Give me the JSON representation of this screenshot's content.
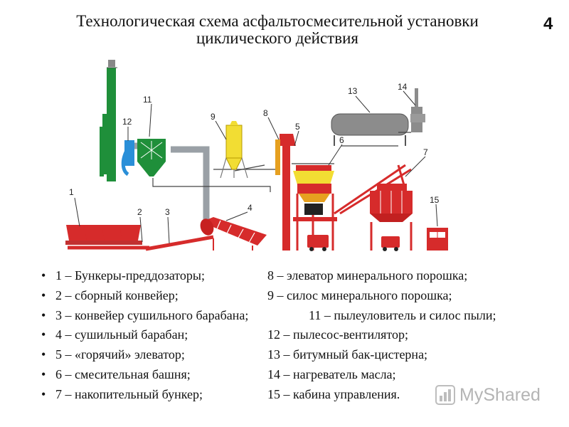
{
  "title": "Технологическая схема асфальтосмесительной установки циклического действия",
  "slide_number": "4",
  "callouts": [
    "1",
    "2",
    "3",
    "4",
    "5",
    "6",
    "7",
    "8",
    "9",
    "11",
    "12",
    "13",
    "14",
    "15"
  ],
  "legend": [
    {
      "bullet": "•",
      "left": "1 – Бункеры-преддозаторы;",
      "right": "8 – элеватор минерального порошка;"
    },
    {
      "bullet": "•",
      "left": "2 – сборный конвейер;",
      "right": "9 – силос минерального порошка;"
    },
    {
      "bullet": "•",
      "left": "3 – конвейер сушильного барабана;",
      "right": "11 – пылеуловитель и силос пыли;"
    },
    {
      "bullet": "•",
      "left": "4 – сушильный барабан;",
      "right": "12 – пылесос-вентилятор;"
    },
    {
      "bullet": "•",
      "left": "5 – «горячий» элеватор;",
      "right": "13 – битумный бак-цистерна;"
    },
    {
      "bullet": "•",
      "left": "6 – смесительная башня;",
      "right": "14 – нагреватель масла;"
    },
    {
      "bullet": "•",
      "left": "7 – накопительный бункер;",
      "right": "15 – кабина управления."
    }
  ],
  "watermark": {
    "text": "MyShared",
    "icon": "bar-chart-icon"
  },
  "colors": {
    "equipment_red": "#d62b2b",
    "stack_green": "#1f8f3a",
    "silo_yellow": "#f2dd33",
    "duct_grey": "#9aa0a6",
    "tank_grey": "#8c8c8c"
  }
}
